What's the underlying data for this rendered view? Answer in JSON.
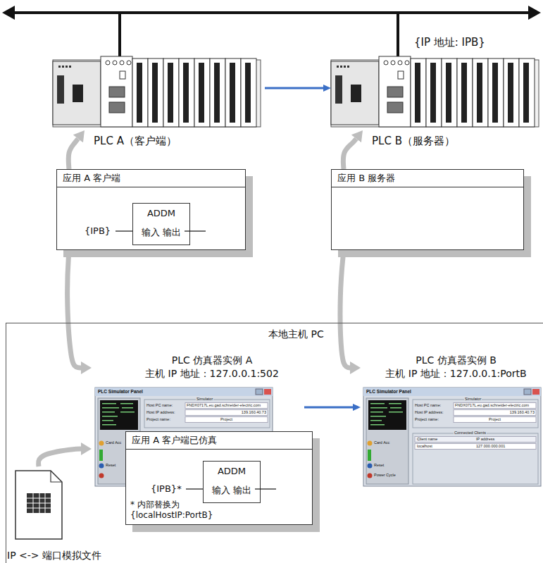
{
  "diagram": {
    "nodes": [
      {
        "text": [
          "PLC A（客户端）"
        ]
      },
      {
        "text": [
          "{IP 地址: IPB}",
          "PLC B（服务器）"
        ]
      },
      {
        "text": [
          "应用 A 客户端"
        ]
      },
      {
        "text": [
          "ADDM",
          "输入 输出"
        ],
        "in": 2
      },
      {
        "text": [
          "应用 B 服务器"
        ]
      },
      {
        "text": [
          "本地主机 PC"
        ]
      },
      {
        "text": [
          "PLC 仿真器实例 A",
          "主机 IP 地址：127.0.0.1:502"
        ],
        "in": 5
      },
      {
        "text": [
          "PLC 仿真器实例 B",
          "主机 IP 地址：127.0.0.1:PortB"
        ],
        "in": 5
      },
      {
        "text": [
          "应用 A 客户端已仿真",
          "* 内部替换为 {localHostIP:PortB}"
        ],
        "in": 5
      },
      {
        "text": [
          "ADDM",
          "输入 输出"
        ],
        "in": 8
      },
      {
        "text": [
          "IP <-> 端口模拟文件"
        ],
        "in": 5
      }
    ],
    "edges": [
      {
        "from": 0,
        "to": 1,
        "arrow": "to"
      },
      {
        "from": 6,
        "to": 7,
        "arrow": "to"
      },
      {
        "from": 2,
        "to": 0,
        "arrow": "to"
      },
      {
        "from": 4,
        "to": 1,
        "arrow": "to"
      },
      {
        "from": 2,
        "to": 6,
        "arrow": "to"
      },
      {
        "from": 4,
        "to": 7,
        "arrow": "to"
      },
      {
        "from": 10,
        "to": 6,
        "arrow": "to"
      }
    ],
    "labels": [
      "{IPB}",
      "{IPB}*",
      "PLC Simulator Panel",
      "Simulator",
      "Host PC name:",
      "FNDX0717L.eu.gad.schneider-electric.com",
      "Host IP address:",
      "139.160.40.73",
      "Project name:",
      "Project",
      "Card Acc",
      "Reset",
      "PLC Simulator Panel",
      "Simulator",
      "Host PC name:",
      "FNDX0717L.eu.gad.schneider-electric.com",
      "Host IP address:",
      "139.160.40.73",
      "Project name:",
      "Project",
      "Connected Clients",
      "Client name",
      "IP address",
      "localhost",
      "127.000.000.001",
      "Card Acc",
      "Reset",
      "Power Cycle"
    ]
  }
}
